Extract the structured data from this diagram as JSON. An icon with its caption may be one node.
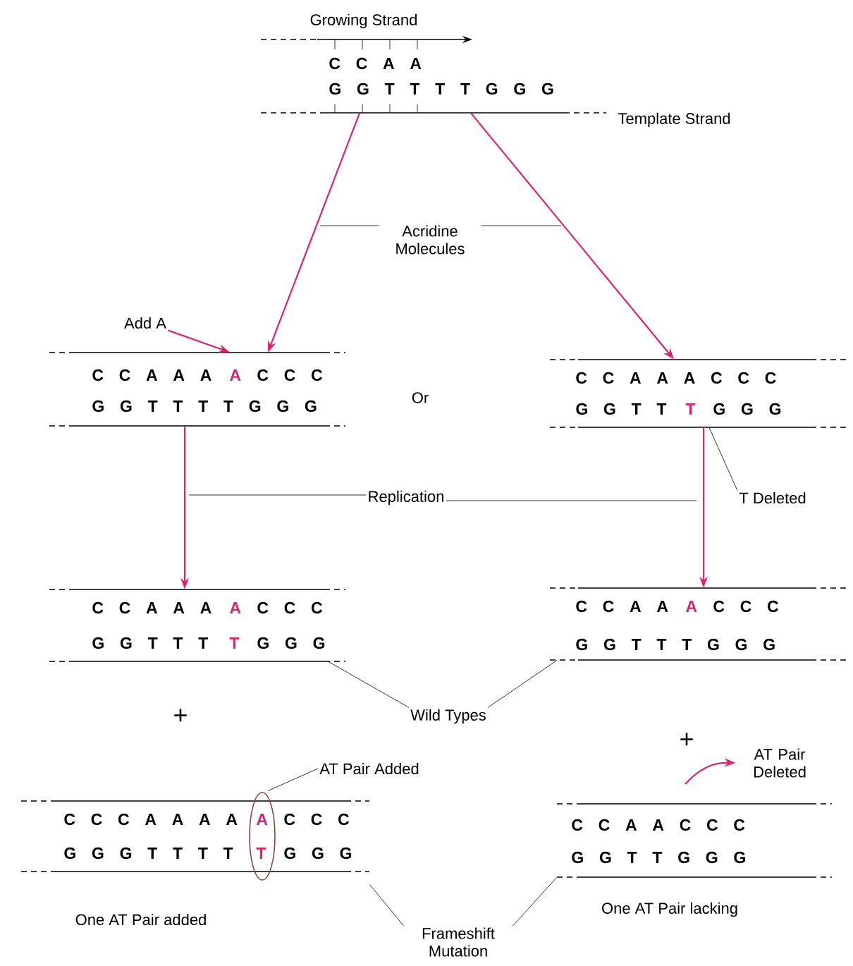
{
  "diagram": {
    "nodes": [
      {
        "text": [
          "C C A A",
          "G G T T T T G G G"
        ],
        "beside": [
          "Growing Strand",
          "Template Strand"
        ]
      },
      {
        "text": [
          "C C A A A",
          "A",
          "C C C",
          "G G T T T T G G G"
        ]
      },
      {
        "text": [
          "C C A A A C C C",
          "G G T T",
          "T",
          "G G G"
        ]
      },
      {
        "text": [
          "C C A A A",
          "A",
          "C C C",
          "G G T T T",
          "T",
          "G G G"
        ]
      },
      {
        "text": [
          "C C A A",
          "A",
          "C C C",
          "G G T T T G G G"
        ]
      },
      {
        "text": [
          "C C C A A A A",
          "A",
          "C C C",
          "G G G T T T T",
          "T",
          "G G G"
        ],
        "beside": [
          "One AT Pair added"
        ]
      },
      {
        "text": [
          "C C A A C C C",
          "G G T T G G G"
        ],
        "beside": [
          "One AT Pair lacking"
        ]
      },
      {
        "text": [
          "Acridine Molecules"
        ]
      },
      {
        "text": [
          "Add A"
        ]
      },
      {
        "text": [
          "Replication"
        ]
      },
      {
        "text": [
          "T Deleted"
        ]
      },
      {
        "text": [
          "Wild Types"
        ]
      },
      {
        "text": [
          "AT Pair Added"
        ]
      },
      {
        "text": [
          "AT Pair Deleted"
        ]
      },
      {
        "text": [
          "Frameshift Mutation"
        ]
      }
    ],
    "edges": [
      {
        "from": 0,
        "to": 1,
        "arrow": "to",
        "color": "#d9246f"
      },
      {
        "from": 0,
        "to": 2,
        "arrow": "to",
        "color": "#d9246f"
      },
      {
        "from": 8,
        "to": 1,
        "arrow": "to",
        "color": "#d9246f"
      },
      {
        "from": 1,
        "to": 3,
        "arrow": "to",
        "color": "#d9246f"
      },
      {
        "from": 2,
        "to": 4,
        "arrow": "to",
        "color": "#d9246f"
      },
      {
        "from": 7,
        "to": null,
        "arrow": "none"
      },
      {
        "from": 7,
        "to": null,
        "arrow": "none"
      },
      {
        "from": 9,
        "to": null,
        "arrow": "none"
      },
      {
        "from": 9,
        "to": null,
        "arrow": "none"
      },
      {
        "from": 10,
        "to": 2,
        "arrow": "none"
      },
      {
        "from": 11,
        "to": 3,
        "arrow": "none"
      },
      {
        "from": 11,
        "to": 4,
        "arrow": "none"
      },
      {
        "from": 12,
        "to": 5,
        "arrow": "none"
      },
      {
        "from": null,
        "to": 13,
        "arrow": "to",
        "color": "#d9246f"
      },
      {
        "from": 14,
        "to": 5,
        "arrow": "none"
      },
      {
        "from": 14,
        "to": 6,
        "arrow": "none"
      }
    ],
    "labels": [
      "Or",
      "+",
      "+"
    ]
  }
}
